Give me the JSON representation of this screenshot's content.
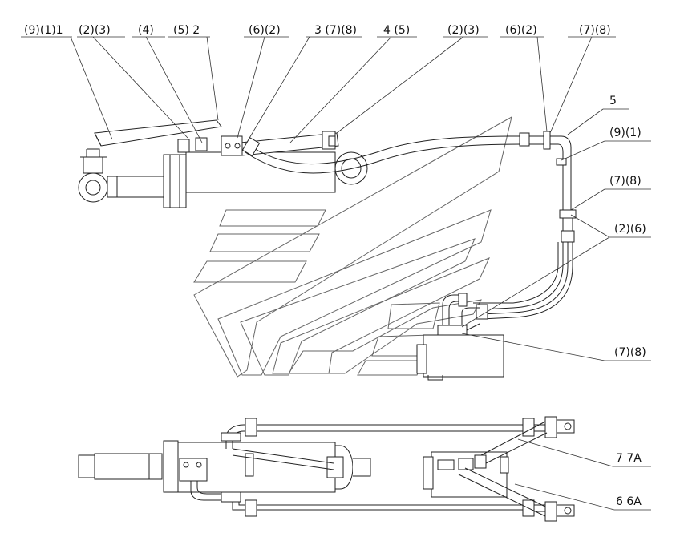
{
  "labels_top": [
    {
      "text": "(9)(1)1"
    },
    {
      "text": "(2)(3)"
    },
    {
      "text": "(4)"
    },
    {
      "text": "(5) 2"
    },
    {
      "text": "(6)(2)"
    },
    {
      "text": "3 (7)(8)"
    },
    {
      "text": "4 (5)"
    },
    {
      "text": "(2)(3)"
    },
    {
      "text": "(6)(2)"
    },
    {
      "text": "(7)(8)"
    }
  ],
  "labels_right": [
    {
      "text": "5"
    },
    {
      "text": "(9)(1)"
    },
    {
      "text": "(7)(8)"
    },
    {
      "text": "(2)(6)"
    },
    {
      "text": "(7)(8)"
    }
  ],
  "labels_bottom": [
    {
      "text": "7 7A"
    },
    {
      "text": "6 6A"
    }
  ]
}
